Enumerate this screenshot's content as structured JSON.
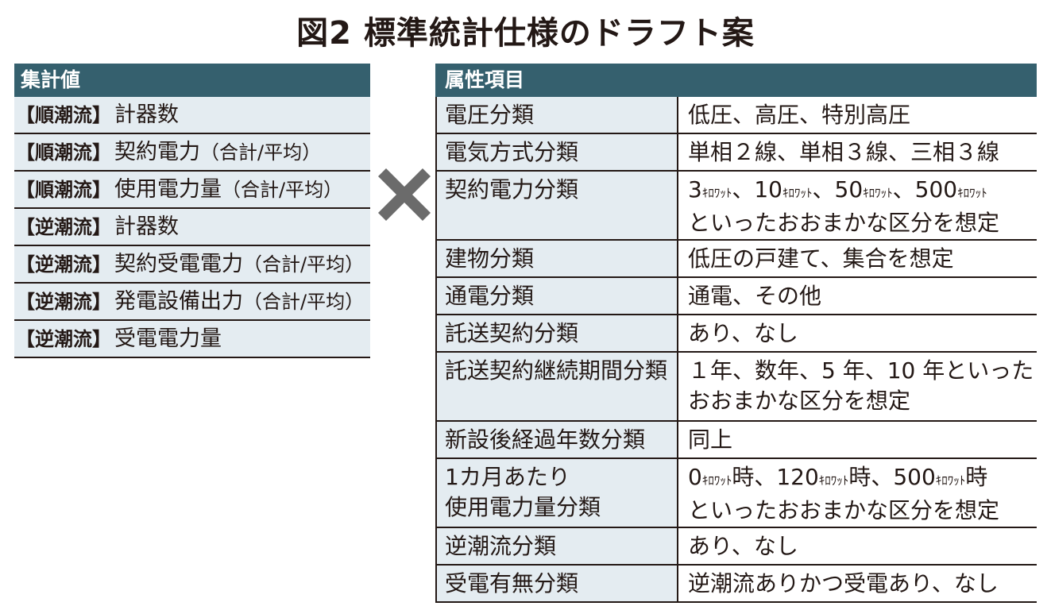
{
  "title": "図2 標準統計仕様のドラフト案",
  "left_table": {
    "header": "集計値",
    "rows": [
      {
        "tag": "【順潮流】",
        "text": "計器数",
        "note": ""
      },
      {
        "tag": "【順潮流】",
        "text": "契約電力",
        "note": "（合計/平均）"
      },
      {
        "tag": "【順潮流】",
        "text": "使用電力量",
        "note": "（合計/平均）"
      },
      {
        "tag": "【逆潮流】",
        "text": "計器数",
        "note": ""
      },
      {
        "tag": "【逆潮流】",
        "text": "契約受電電力",
        "note": "（合計/平均）"
      },
      {
        "tag": "【逆潮流】",
        "text": "発電設備出力",
        "note": "（合計/平均）"
      },
      {
        "tag": "【逆潮流】",
        "text": "受電電力量",
        "note": ""
      }
    ]
  },
  "cross_icon": "multiply-cross-icon",
  "right_table": {
    "header": "属性項目",
    "rows": [
      {
        "name": [
          "電圧分類"
        ],
        "value": [
          "低圧、高圧、特別高圧"
        ]
      },
      {
        "name": [
          "電気方式分類"
        ],
        "value": [
          "単相２線、単相３線、三相３線"
        ]
      },
      {
        "name": [
          "契約電力分類"
        ],
        "value": [
          "3ｷﾛﾜｯﾄ、10ｷﾛﾜｯﾄ、50ｷﾛﾜｯﾄ、500ｷﾛﾜｯﾄ",
          "といったおおまかな区分を想定"
        ]
      },
      {
        "name": [
          "建物分類"
        ],
        "value": [
          "低圧の戸建て、集合を想定"
        ]
      },
      {
        "name": [
          "通電分類"
        ],
        "value": [
          "通電、その他"
        ]
      },
      {
        "name": [
          "託送契約分類"
        ],
        "value": [
          "あり、なし"
        ]
      },
      {
        "name": [
          "託送契約継続期間分類"
        ],
        "value": [
          "１年、数年、5 年、10 年といった",
          "おおまかな区分を想定"
        ]
      },
      {
        "name": [
          "新設後経過年数分類"
        ],
        "value": [
          "同上"
        ]
      },
      {
        "name": [
          "1カ月あたり",
          "使用電力量分類"
        ],
        "value": [
          "0ｷﾛﾜｯﾄ時、120ｷﾛﾜｯﾄ時、500ｷﾛﾜｯﾄ時",
          "といったおおまかな区分を想定"
        ]
      },
      {
        "name": [
          "逆潮流分類"
        ],
        "value": [
          "あり、なし"
        ]
      },
      {
        "name": [
          "受電有無分類"
        ],
        "value": [
          "逆潮流ありかつ受電あり、なし"
        ]
      }
    ]
  }
}
